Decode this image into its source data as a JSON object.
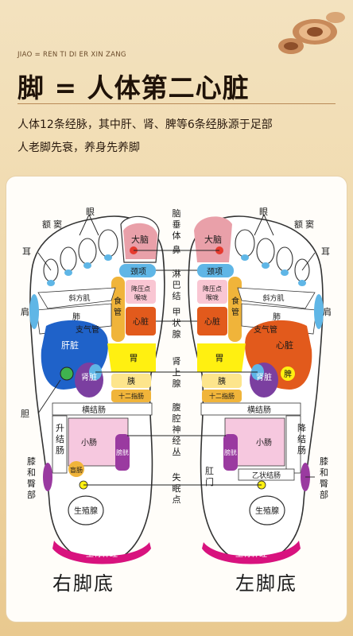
{
  "header": {
    "subtitle_en": "JIAO = REN TI DI ER XIN ZANG",
    "title": "脚 = 人体第二心脏",
    "line1": "人体12条经脉，其中肝、肾、脾等6条经脉源于足部",
    "line2": "人老脚先衰，养身先养脚"
  },
  "center_labels": [
    "脑",
    "垂",
    "体",
    "鼻",
    "淋",
    "巴",
    "结",
    "甲",
    "状",
    "腺",
    "肾",
    "上",
    "腺",
    "腹",
    "腔",
    "神",
    "经",
    "丛",
    "失",
    "眠",
    "点"
  ],
  "right_foot": {
    "caption": "右脚底",
    "outer": {
      "e1": "额",
      "e2": "窦",
      "eye": "眼",
      "ear": "耳",
      "shoulder": "肩",
      "gall": "胆",
      "ascending": "升",
      "ascending2": "结",
      "ascending3": "肠",
      "knee1": "膝",
      "knee2": "和",
      "knee3": "臀",
      "knee4": "部"
    },
    "zones": {
      "brain": "大脑",
      "neck": "颈项",
      "trapezius": "斜方肌",
      "lung": "肺",
      "trachea": "支气管",
      "esophagus1": "食",
      "esophagus2": "管",
      "thyroid_a": "降压点",
      "thyroid_b": "喉咙",
      "heart_zone": "心脏",
      "liver": "肝脏",
      "kidney": "肾脏",
      "stomach": "胃",
      "pancreas": "胰",
      "duodenum": "十二指肠",
      "transverse": "横结肠",
      "small_int": "小肠",
      "appendix": "盲肠",
      "bladder": "膀胱",
      "gonad": "生殖腺",
      "sciatic": "坐骨神经"
    }
  },
  "left_foot": {
    "caption": "左脚底",
    "outer": {
      "e1": "额",
      "e2": "窦",
      "eye": "眼",
      "ear": "耳",
      "shoulder": "肩",
      "descending": "降",
      "descending2": "结",
      "descending3": "肠",
      "anus1": "肛",
      "anus2": "门",
      "knee1": "膝",
      "knee2": "和",
      "knee3": "臀",
      "knee4": "部"
    },
    "zones": {
      "brain": "大脑",
      "neck": "颈项",
      "trapezius": "斜方肌",
      "lung": "肺",
      "trachea": "支气管",
      "esophagus1": "食",
      "esophagus2": "管",
      "thyroid_a": "降压点",
      "thyroid_b": "喉咙",
      "heart_zone": "心脏",
      "heart": "心脏",
      "kidney": "肾脏",
      "spleen": "脾",
      "stomach": "胃",
      "pancreas": "胰",
      "duodenum": "十二指肠",
      "transverse": "横结肠",
      "small_int": "小肠",
      "sigmoid": "乙状结肠",
      "bladder": "膀胱",
      "gonad": "生殖腺",
      "sciatic": "坐骨神经"
    }
  },
  "colors": {
    "brown_title": "#1f1208",
    "lung_blue": "#5fb6e6",
    "liver_blue": "#1f62c9",
    "heart_red": "#e25a1c",
    "stomach_yellow": "#fff011",
    "sciatic_magenta": "#d8127e",
    "brain_pink": "#e9a0a9"
  }
}
